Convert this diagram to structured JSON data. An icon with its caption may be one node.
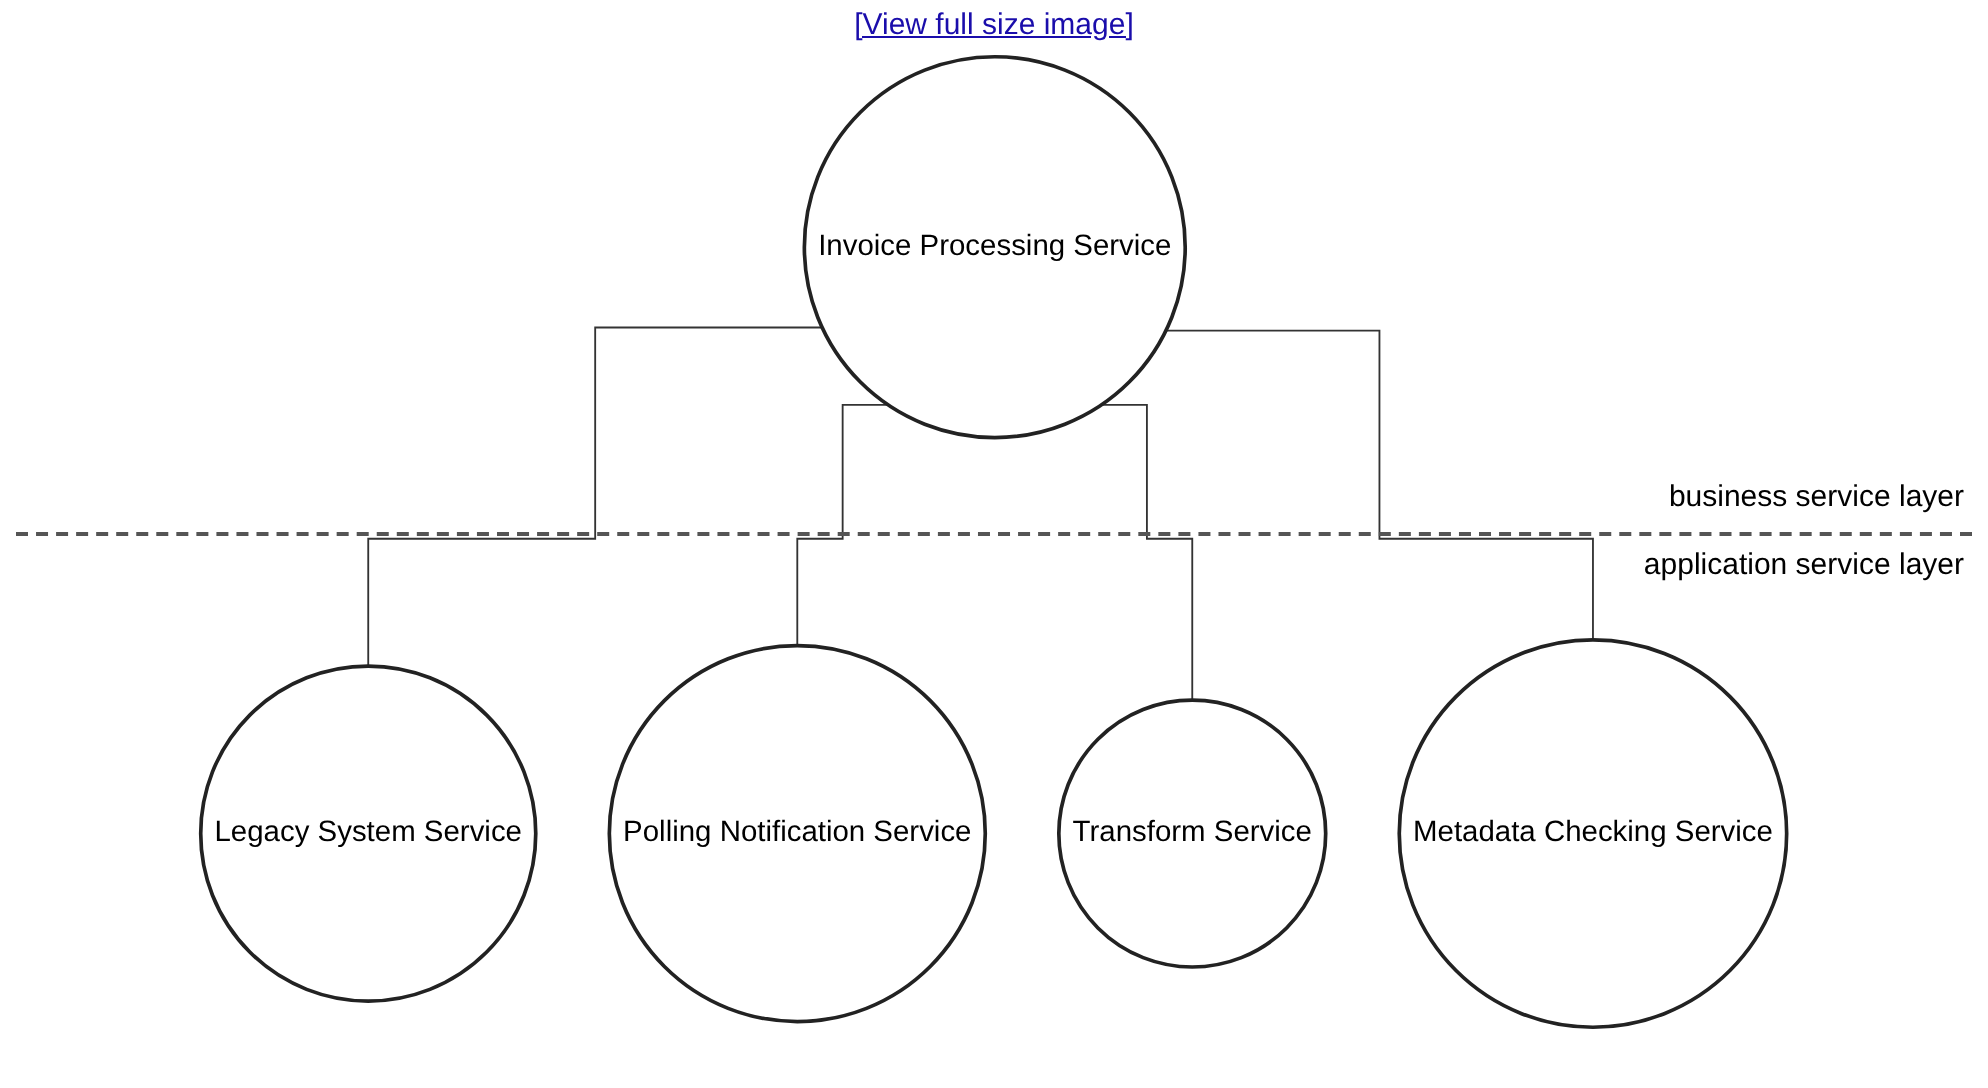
{
  "diagram": {
    "nodes": [
      {
        "text": [
          "Invoice Processing Service"
        ]
      },
      {
        "text": [
          "Legacy System Service"
        ]
      },
      {
        "text": [
          "Polling Notification Service"
        ]
      },
      {
        "text": [
          "Transform Service"
        ]
      },
      {
        "text": [
          "Metadata Checking Service"
        ]
      }
    ],
    "edges": [
      {
        "from": 0,
        "to": 1,
        "arrow": "none"
      },
      {
        "from": 0,
        "to": 2,
        "arrow": "none"
      },
      {
        "from": 0,
        "to": 3,
        "arrow": "none"
      },
      {
        "from": 0,
        "to": 4,
        "arrow": "none"
      }
    ],
    "labels": [
      "[View full size image]",
      "business service layer",
      "application service layer"
    ]
  }
}
